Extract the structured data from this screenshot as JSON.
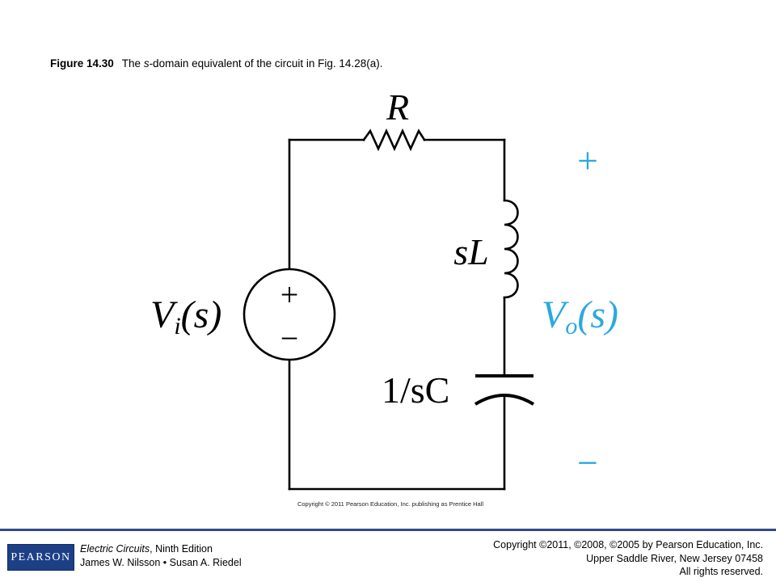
{
  "caption": {
    "figure_label": "Figure 14.30",
    "text_before": "The ",
    "text_italic": "s",
    "text_after": "-domain equivalent of the circuit in Fig. 14.28(a)."
  },
  "circuit": {
    "resistor_label": "R",
    "inductor_label": "sL",
    "capacitor_label": "1/sC",
    "source_label_main": "V",
    "source_label_sub": "i",
    "source_label_arg": "(s)",
    "source_plus": "+",
    "source_minus": "−",
    "output_label_main": "V",
    "output_label_sub": "o",
    "output_label_arg": "(s)",
    "output_plus": "+",
    "output_minus": "−",
    "image_copyright": "Copyright © 2011 Pearson Education, Inc. publishing as Prentice Hall",
    "colors": {
      "wire": "#000000",
      "output": "#2aa9e0"
    }
  },
  "footer": {
    "logo_text": "PEARSON",
    "book_title": "Electric Circuits",
    "book_edition": ", Ninth Edition",
    "authors": "James W. Nilsson • Susan A. Riedel",
    "copyright_line1": "Copyright ©2011, ©2008, ©2005 by Pearson Education, Inc.",
    "copyright_line2": "Upper Saddle River, New Jersey 07458",
    "copyright_line3": "All rights reserved.",
    "rule_color": "#2f4a8c"
  }
}
